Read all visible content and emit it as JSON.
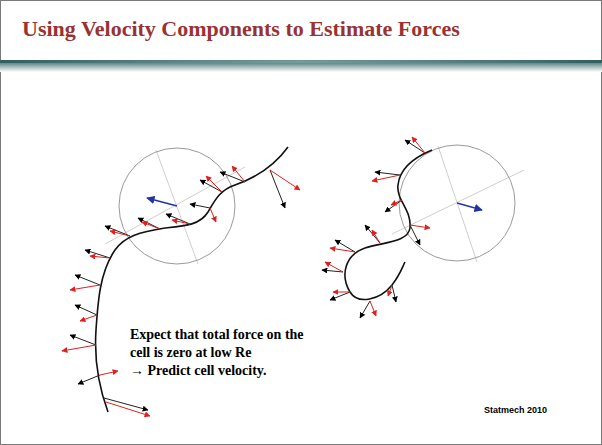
{
  "diagram": {
    "title": "Using Velocity Components to Estimate Forces",
    "labels": [
      "Expect that total force on the cell is zero at low Re",
      "→ Predict cell velocity.",
      "Statmech 2010"
    ]
  }
}
